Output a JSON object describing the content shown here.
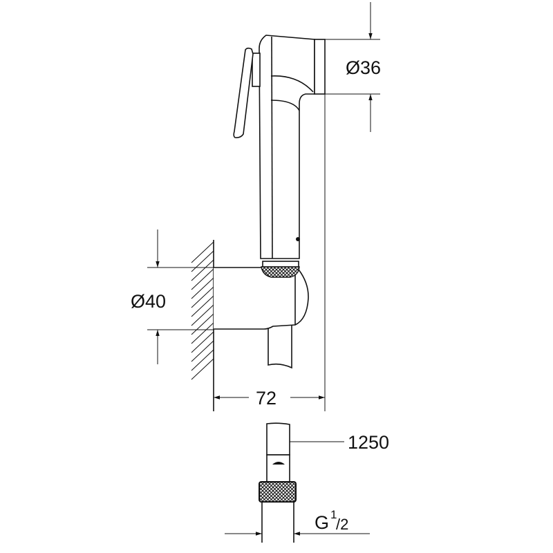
{
  "dimensions": {
    "spray_head_diameter": "Ø36",
    "holder_diameter": "Ø40",
    "projection": "72",
    "hose_length": "1250",
    "thread": "G",
    "thread_num": "1",
    "thread_den": "/2"
  },
  "colors": {
    "line": "#111111",
    "background": "#ffffff"
  }
}
